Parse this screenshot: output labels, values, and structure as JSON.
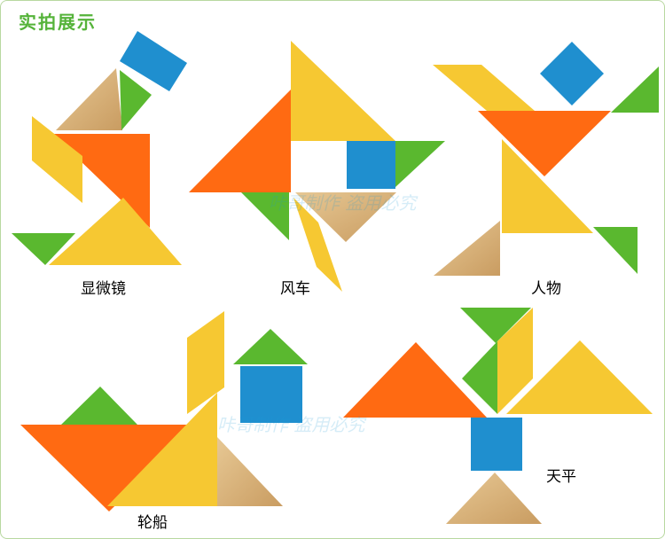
{
  "header": {
    "title": "实拍展示"
  },
  "captions": {
    "microscope": "显微镜",
    "windmill": "风车",
    "person": "人物",
    "ship": "轮船",
    "balance": "天平"
  },
  "watermarks": [
    "咔哥制作 盗用必究",
    "咔哥制作  盗用必究"
  ],
  "colors": {
    "title": "#55b33a",
    "orange": "#ff6a12",
    "yellow": "#f6c832",
    "blue": "#1f8fcf",
    "green": "#5ab82f",
    "wood": "#d8b27c",
    "watermark": "#1c9bd6"
  }
}
